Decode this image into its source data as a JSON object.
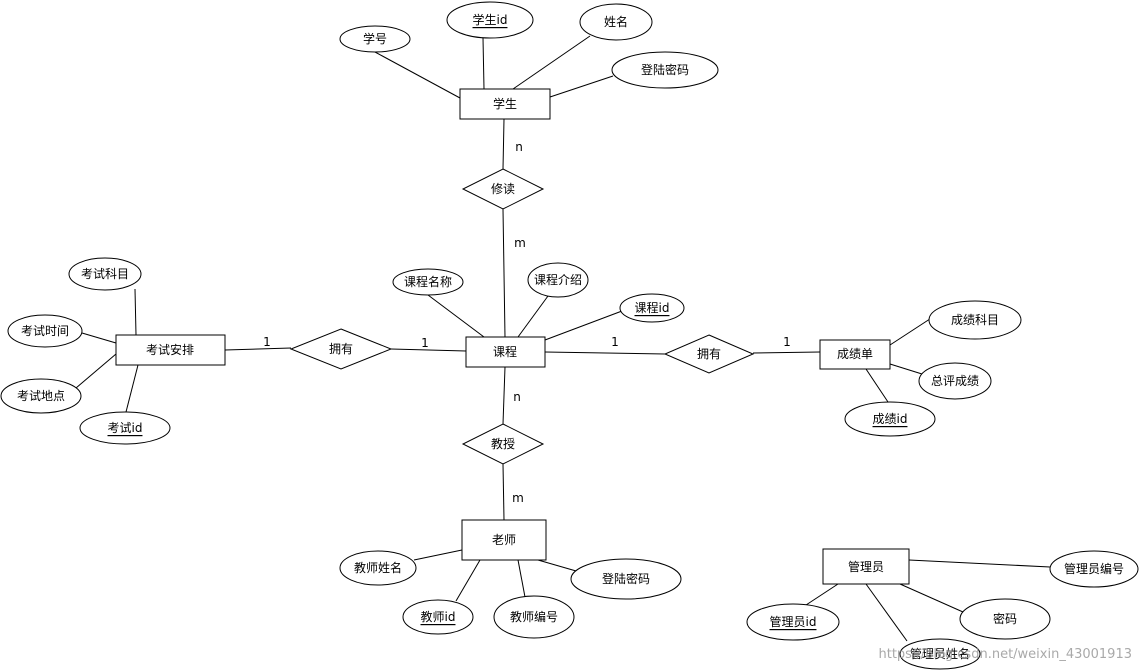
{
  "entities": {
    "student": "学生",
    "course": "课程",
    "teacher": "老师",
    "exam_schedule": "考试安排",
    "grade_sheet": "成绩单",
    "admin": "管理员"
  },
  "relationships": {
    "enroll": "修读",
    "teach": "教授",
    "course_exam": "拥有",
    "course_grade": "拥有"
  },
  "attributes": {
    "student": {
      "number": {
        "label": "学号",
        "key": false
      },
      "id": {
        "label": "学生id",
        "key": true
      },
      "name": {
        "label": "姓名",
        "key": false
      },
      "password": {
        "label": "登陆密码",
        "key": false
      }
    },
    "course": {
      "name": {
        "label": "课程名称",
        "key": false
      },
      "intro": {
        "label": "课程介绍",
        "key": false
      },
      "id": {
        "label": "课程id",
        "key": true
      }
    },
    "exam_schedule": {
      "subject": {
        "label": "考试科目",
        "key": false
      },
      "time": {
        "label": "考试时间",
        "key": false
      },
      "place": {
        "label": "考试地点",
        "key": false
      },
      "id": {
        "label": "考试id",
        "key": true
      }
    },
    "grade_sheet": {
      "subject": {
        "label": "成绩科目",
        "key": false
      },
      "total": {
        "label": "总评成绩",
        "key": false
      },
      "id": {
        "label": "成绩id",
        "key": true
      }
    },
    "teacher": {
      "name": {
        "label": "教师姓名",
        "key": false
      },
      "id": {
        "label": "教师id",
        "key": true
      },
      "number": {
        "label": "教师编号",
        "key": false
      },
      "password": {
        "label": "登陆密码",
        "key": false
      }
    },
    "admin": {
      "id": {
        "label": "管理员id",
        "key": true
      },
      "number": {
        "label": "管理员编号",
        "key": false
      },
      "password": {
        "label": "密码",
        "key": false
      },
      "name": {
        "label": "管理员姓名",
        "key": false
      }
    }
  },
  "cardinalities": {
    "student_enroll": "n",
    "enroll_course": "m",
    "course_teach": "n",
    "teach_teacher": "m",
    "exam_side_exam": "1",
    "exam_side_course": "1",
    "grade_side_course": "1",
    "grade_side_grade": "1"
  },
  "watermark": "https://blog.csdn.net/weixin_43001913"
}
